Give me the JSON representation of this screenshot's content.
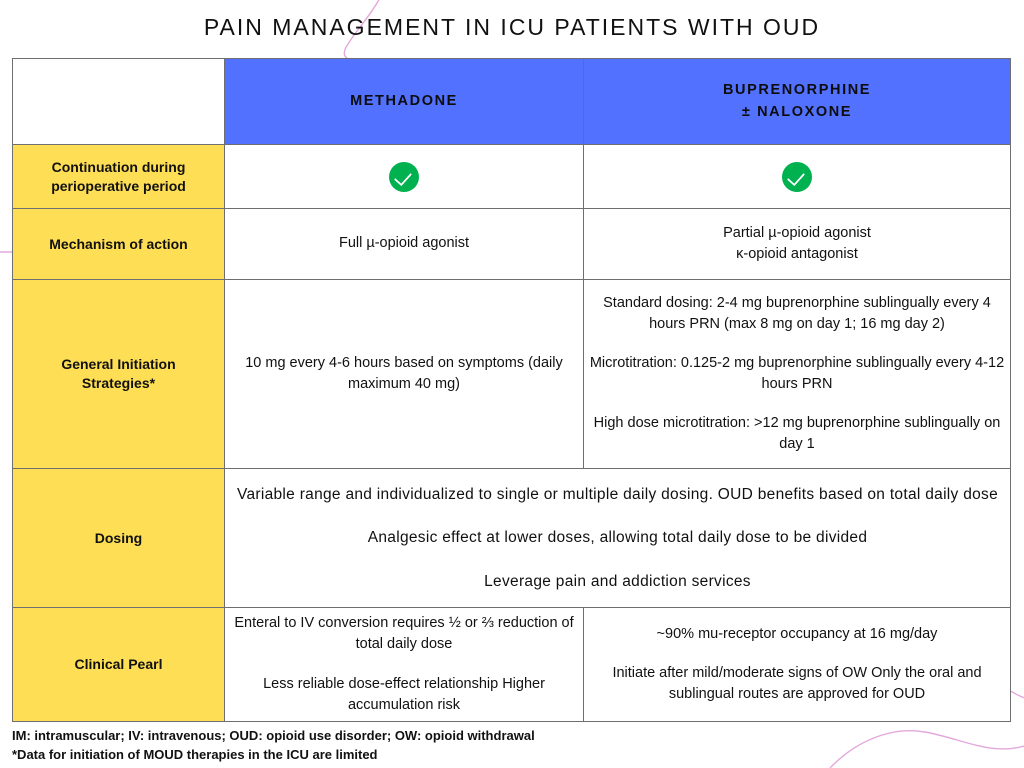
{
  "title": "PAIN MANAGEMENT IN ICU PATIENTS WITH OUD",
  "colors": {
    "header_blue": "#5271FF",
    "label_yellow": "#FDDE55",
    "check_green": "#00B14F",
    "decor_pink": "#E3A8DC",
    "border_gray": "#6F6F6F",
    "text_black": "#111111"
  },
  "table": {
    "header": {
      "blank_label": "",
      "columns": [
        {
          "label": "METHADONE"
        },
        {
          "label_line1": "BUPRENORPHINE",
          "label_line2": "± NALOXONE"
        }
      ]
    },
    "rows": [
      {
        "label_line1": "Continuation during",
        "label_line2": "perioperative period",
        "methadone_icon": "check-circle-icon",
        "buprenorphine_icon": "check-circle-icon"
      },
      {
        "label": "Mechanism of action",
        "methadone": [
          "Full µ-opioid agonist"
        ],
        "buprenorphine": [
          "Partial µ-opioid agonist",
          "κ-opioid antagonist"
        ]
      },
      {
        "label_line1": "General Initiation",
        "label_line2": "Strategies*",
        "methadone_paragraphs": [
          "10 mg every 4-6 hours based on symptoms (daily maximum 40 mg)"
        ],
        "buprenorphine_paragraphs": [
          "Standard dosing: 2-4 mg buprenorphine sublingually every 4 hours PRN (max 8 mg on day 1; 16 mg day 2)",
          "Microtitration: 0.125-2 mg buprenorphine sublingually every 4-12 hours PRN",
          "High dose microtitration: >12 mg buprenorphine sublingually on day 1"
        ]
      },
      {
        "label": "Dosing",
        "spanned_paragraphs": [
          "Variable range and individualized to single or multiple daily dosing. OUD benefits based on total daily dose",
          "Analgesic effect at lower doses, allowing total daily dose to be divided",
          "Leverage pain and addiction services"
        ]
      },
      {
        "label": "Clinical Pearl",
        "methadone_paragraphs": [
          "Enteral to IV conversion requires ½ or ⅔ reduction of total daily dose",
          "Less reliable dose-effect relationship Higher accumulation risk"
        ],
        "buprenorphine_paragraphs": [
          "~90% mu-receptor occupancy at 16 mg/day",
          "Initiate after mild/moderate signs of OW Only the oral and sublingual routes are approved for OUD"
        ]
      }
    ]
  },
  "footnotes": {
    "abbreviations": "IM: intramuscular; IV: intravenous; OUD: opioid use disorder; OW: opioid withdrawal",
    "asterisk_note": "*Data for initiation of MOUD therapies in the ICU are limited"
  }
}
